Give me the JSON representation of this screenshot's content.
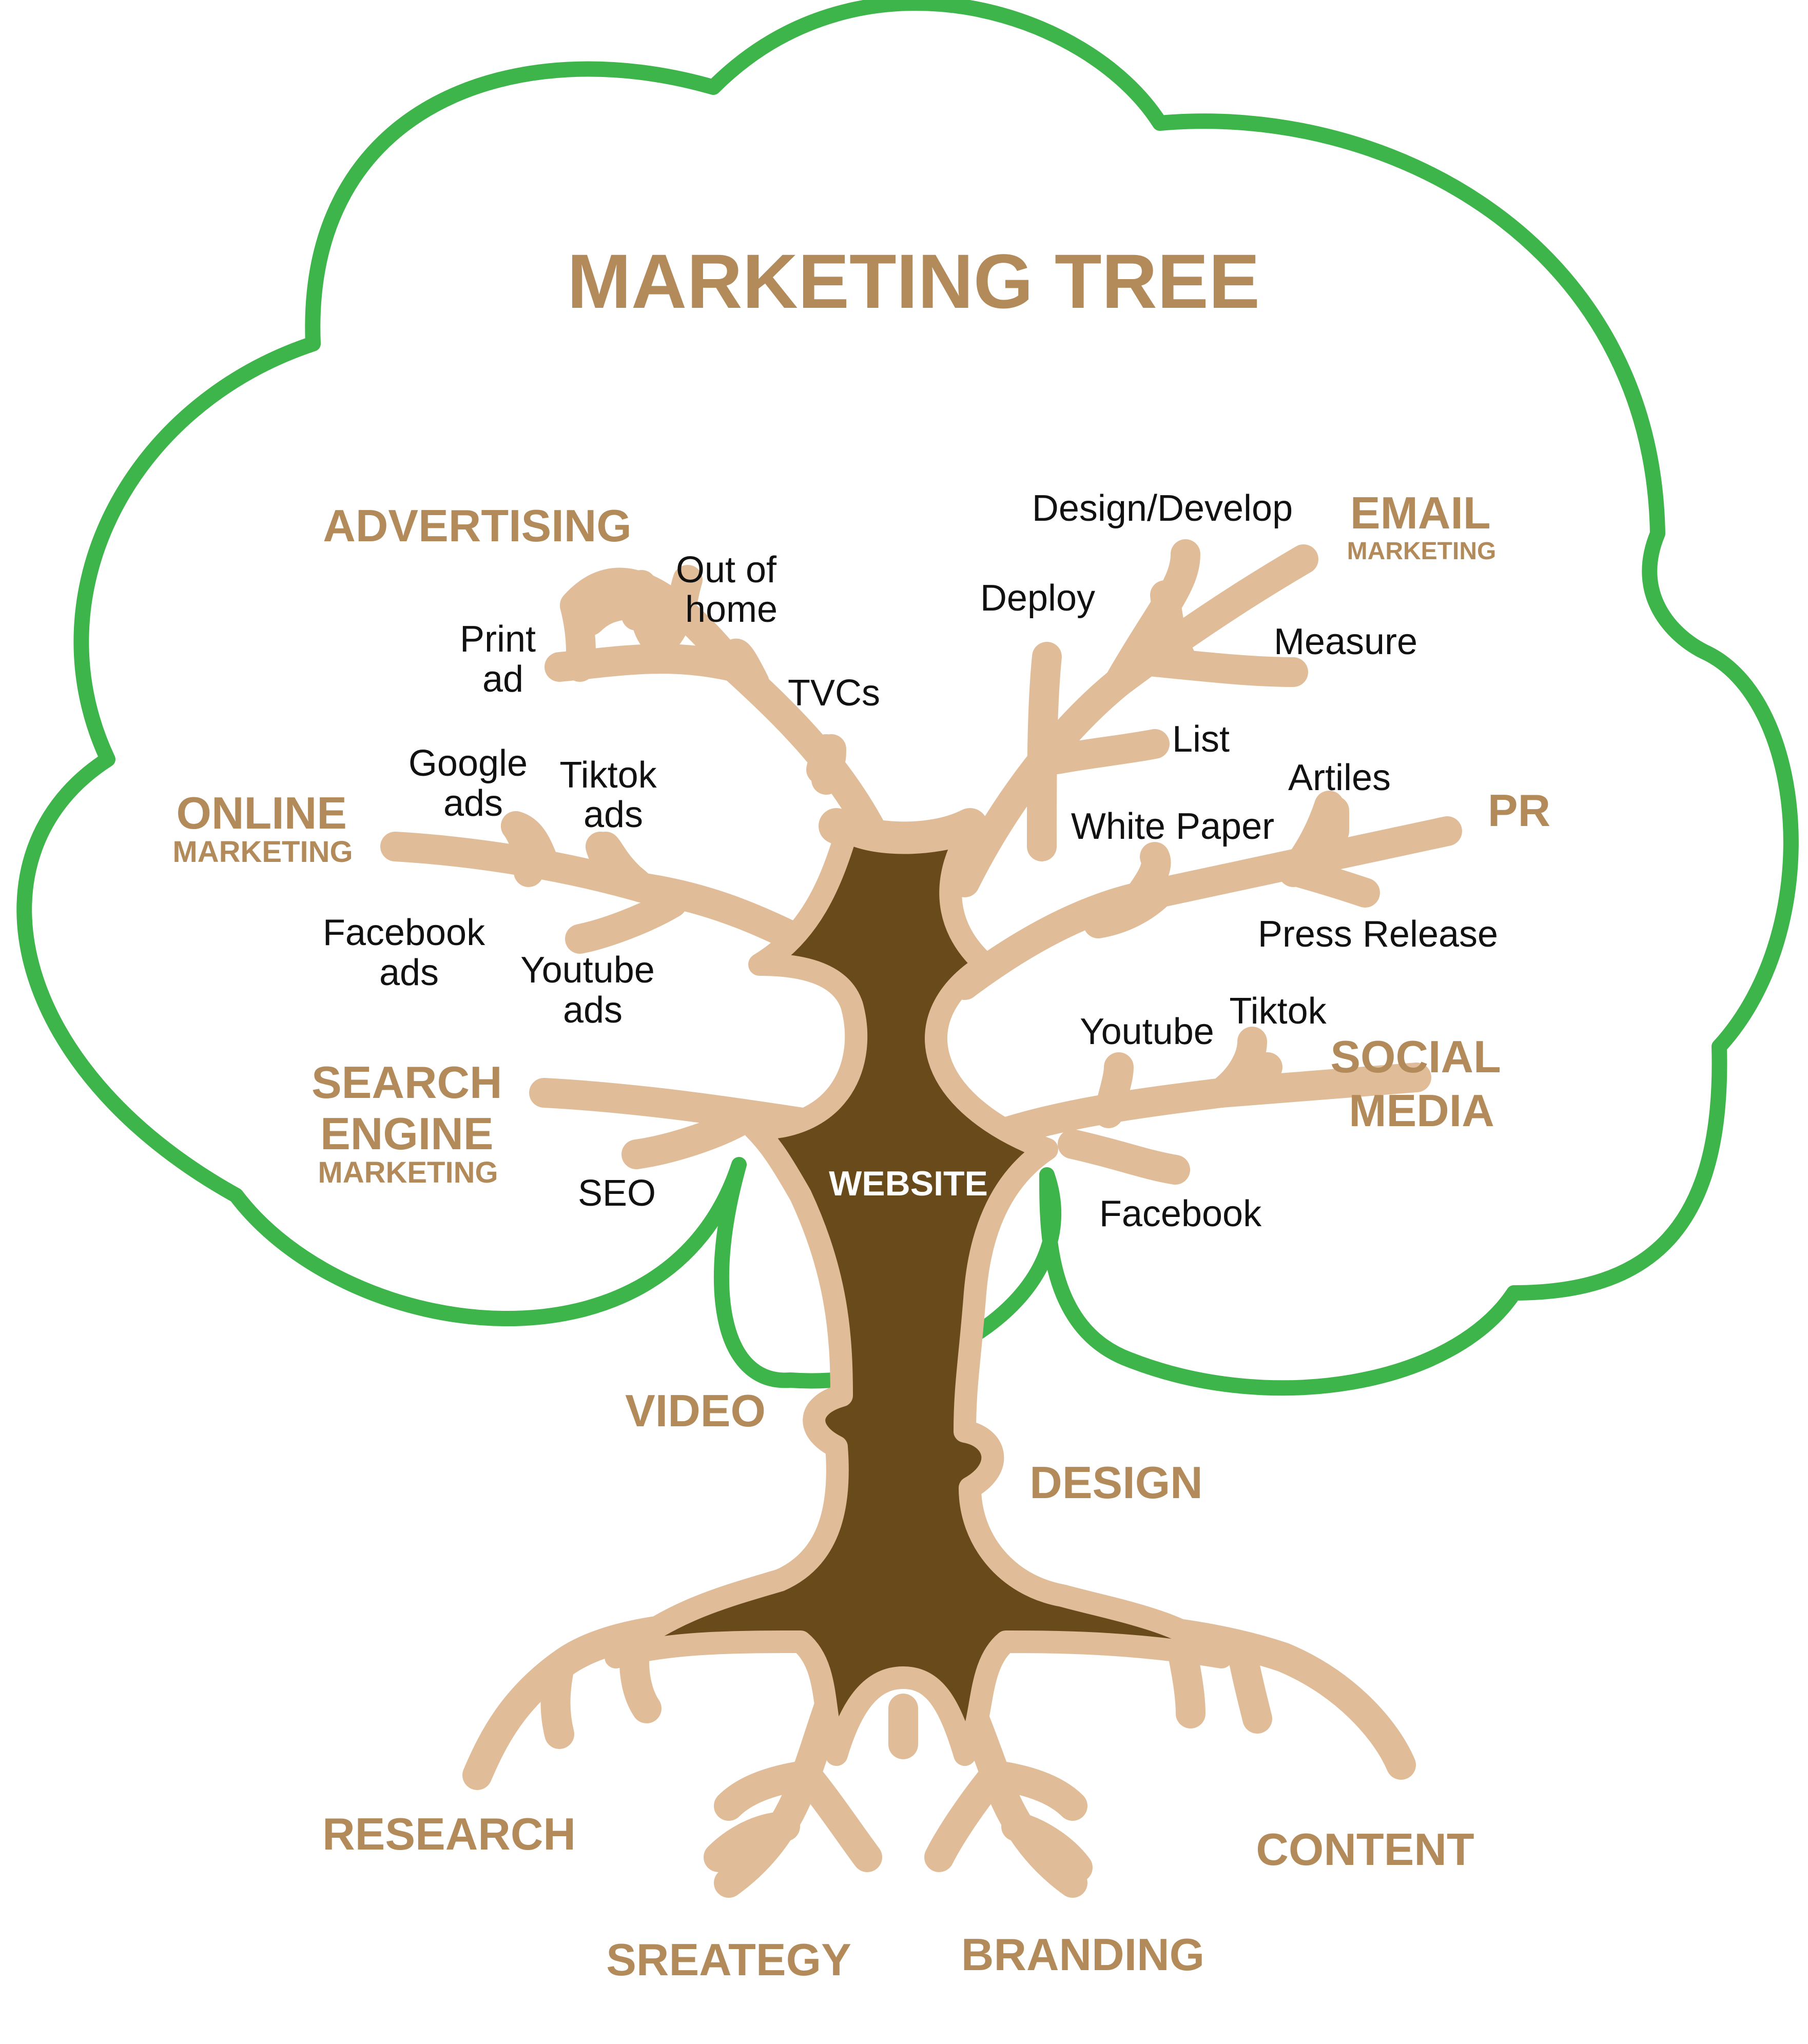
{
  "title": "MARKETING TREE",
  "trunk_label": "WEBSITE",
  "colors": {
    "canopy_outline": "#3db54a",
    "branch": "#e0bd98",
    "trunk": "#694a1a",
    "category_text": "#b38a5a",
    "leaf_text": "#111111"
  },
  "categories": {
    "advertising": {
      "lines": [
        "ADVERTISING"
      ]
    },
    "email": {
      "lines": [
        "EMAIL",
        "MARKETING"
      ]
    },
    "online": {
      "lines": [
        "ONLINE",
        "MARKETING"
      ]
    },
    "pr": {
      "lines": [
        "PR"
      ]
    },
    "search": {
      "lines": [
        "SEARCH",
        "ENGINE",
        "MARKETING"
      ]
    },
    "social": {
      "lines": [
        "SOCIAL",
        "MEDIA"
      ]
    },
    "video": {
      "lines": [
        "VIDEO"
      ]
    },
    "design": {
      "lines": [
        "DESIGN"
      ]
    },
    "research": {
      "lines": [
        "RESEARCH"
      ]
    },
    "content": {
      "lines": [
        "CONTENT"
      ]
    },
    "strategy": {
      "lines": [
        "SREATEGY"
      ]
    },
    "branding": {
      "lines": [
        "BRANDING"
      ]
    }
  },
  "leaves": {
    "out_of_home": [
      "Out of",
      "home"
    ],
    "print_ad": [
      "Print",
      "ad"
    ],
    "tvcs": [
      "TVCs"
    ],
    "google_ads": [
      "Google",
      "ads"
    ],
    "tiktok_ads": [
      "Tiktok",
      "ads"
    ],
    "facebook_ads": [
      "Facebook",
      "ads"
    ],
    "youtube_ads": [
      "Youtube",
      "ads"
    ],
    "seo": [
      "SEO"
    ],
    "design_develop": [
      "Design/Develop"
    ],
    "deploy": [
      "Deploy"
    ],
    "measure": [
      "Measure"
    ],
    "list": [
      "List"
    ],
    "artiles": [
      "Artiles"
    ],
    "white_paper": [
      "White Paper"
    ],
    "press_release": [
      "Press Release"
    ],
    "youtube": [
      "Youtube"
    ],
    "tiktok": [
      "Tiktok"
    ],
    "facebook": [
      "Facebook"
    ]
  }
}
